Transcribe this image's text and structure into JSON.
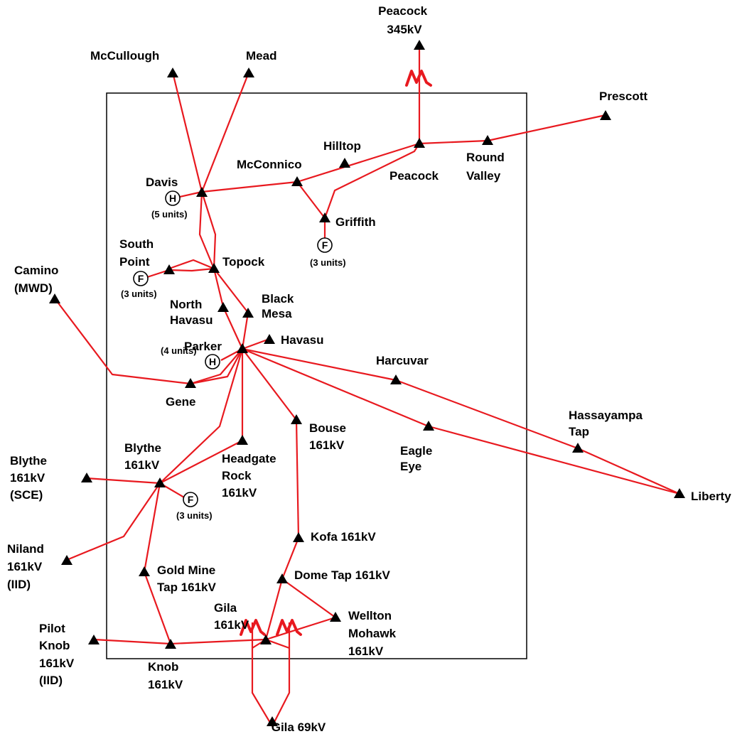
{
  "colors": {
    "line": "#e8191f",
    "node": "#000000",
    "border": "#000000",
    "background": "#ffffff"
  },
  "stations": {
    "peacock_345": [
      "Peacock",
      "345kV"
    ],
    "mccullough": [
      "McCullough"
    ],
    "mead": [
      "Mead"
    ],
    "prescott": [
      "Prescott"
    ],
    "hilltop": [
      "Hilltop"
    ],
    "mcconnico": [
      "McConnico"
    ],
    "peacock": [
      "Peacock"
    ],
    "round_valley": [
      "Round",
      "Valley"
    ],
    "davis": [
      "Davis"
    ],
    "griffith": [
      "Griffith"
    ],
    "south_point": [
      "South",
      "Point"
    ],
    "topock": [
      "Topock"
    ],
    "camino": [
      "Camino",
      "(MWD)"
    ],
    "black_mesa": [
      "Black",
      "Mesa"
    ],
    "north_havasu": [
      "North",
      "Havasu"
    ],
    "havasu": [
      "Havasu"
    ],
    "parker": [
      "Parker"
    ],
    "harcuvar": [
      "Harcuvar"
    ],
    "gene": [
      "Gene"
    ],
    "hassayampa_tap": [
      "Hassayampa",
      "Tap"
    ],
    "bouse": [
      "Bouse",
      "161kV"
    ],
    "eagle_eye": [
      "Eagle",
      "Eye"
    ],
    "blythe_sce": [
      "Blythe",
      "161kV",
      "(SCE)"
    ],
    "blythe": [
      "Blythe",
      "161kV"
    ],
    "headgate_rock": [
      "Headgate",
      "Rock",
      "161kV"
    ],
    "liberty": [
      "Liberty"
    ],
    "kofa": [
      "Kofa 161kV"
    ],
    "niland": [
      "Niland",
      "161kV",
      "(IID)"
    ],
    "gold_mine_tap": [
      "Gold Mine",
      "Tap 161kV"
    ],
    "dome_tap": [
      "Dome Tap 161kV"
    ],
    "gila": [
      "Gila",
      "161kV"
    ],
    "wellton_mohawk": [
      "Wellton",
      "Mohawk",
      "161kV"
    ],
    "pilot_knob": [
      "Pilot",
      "Knob",
      "161kV",
      "(IID)"
    ],
    "knob": [
      "Knob",
      "161kV"
    ],
    "gila_69": [
      "Gila 69kV"
    ]
  },
  "generators": [
    {
      "id": "davis_gen",
      "type": "H",
      "units": "(5 units)"
    },
    {
      "id": "griffith_gen",
      "type": "F",
      "units": "(3 units)"
    },
    {
      "id": "south_point_gen",
      "type": "F",
      "units": "(3 units)"
    },
    {
      "id": "parker_gen",
      "type": "H",
      "units": "(4 units)"
    },
    {
      "id": "blythe_gen",
      "type": "F",
      "units": "(3 units)"
    }
  ],
  "transformers": [
    {
      "id": "peacock-transformer"
    },
    {
      "id": "gila-transformer-left"
    },
    {
      "id": "gila-transformer-right"
    }
  ]
}
